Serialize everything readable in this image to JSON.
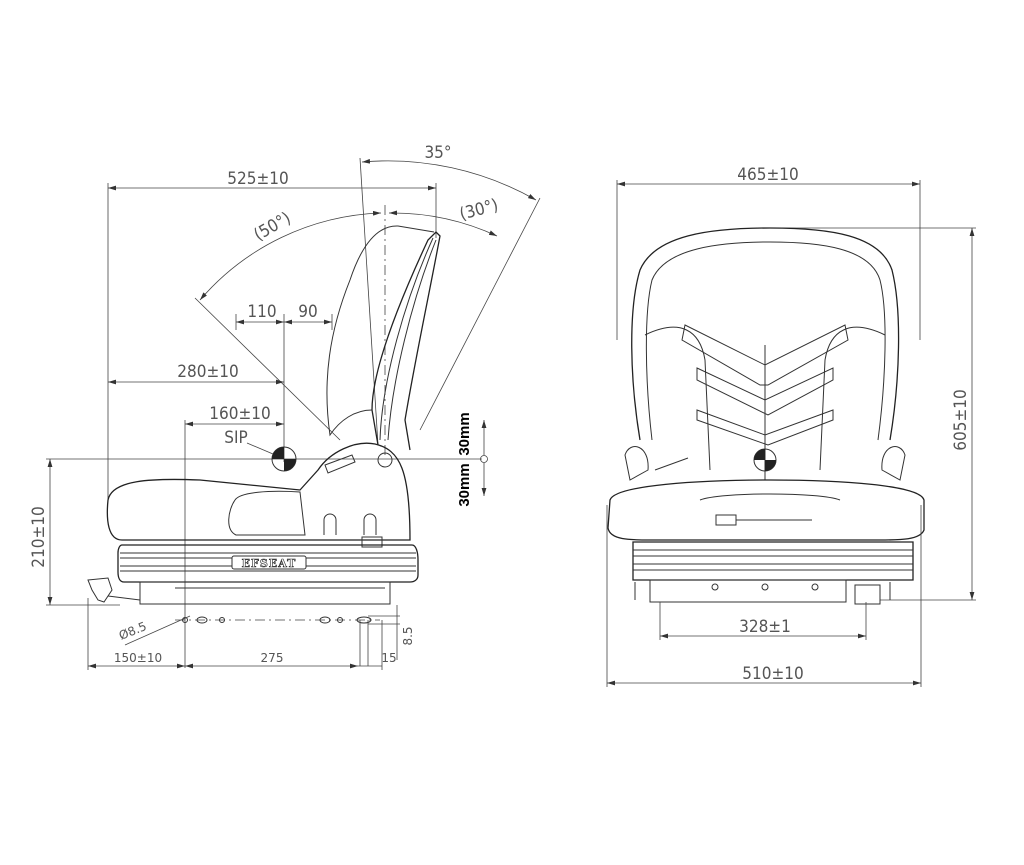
{
  "side_view": {
    "overall_length": "525±10",
    "recline_back": "(50°)",
    "recline_forward": "(30°)",
    "fold_angle": "35°",
    "adjust_back": "110",
    "adjust_forward": "90",
    "sip_to_back": "280±10",
    "sip_to_rail": "160±10",
    "sip_label": "SIP",
    "sip_height": "210±10",
    "vertical_up": "30mm",
    "vertical_down": "30mm",
    "hole_diameter": "Ø8.5",
    "rail_front": "150±10",
    "rail_spacing": "275",
    "rail_end": "15",
    "rail_height": "8.5",
    "brand_logo": "EFSEAT"
  },
  "front_view": {
    "back_width": "465±10",
    "total_height": "605±10",
    "mount_width": "328±1",
    "overall_width": "510±10"
  }
}
